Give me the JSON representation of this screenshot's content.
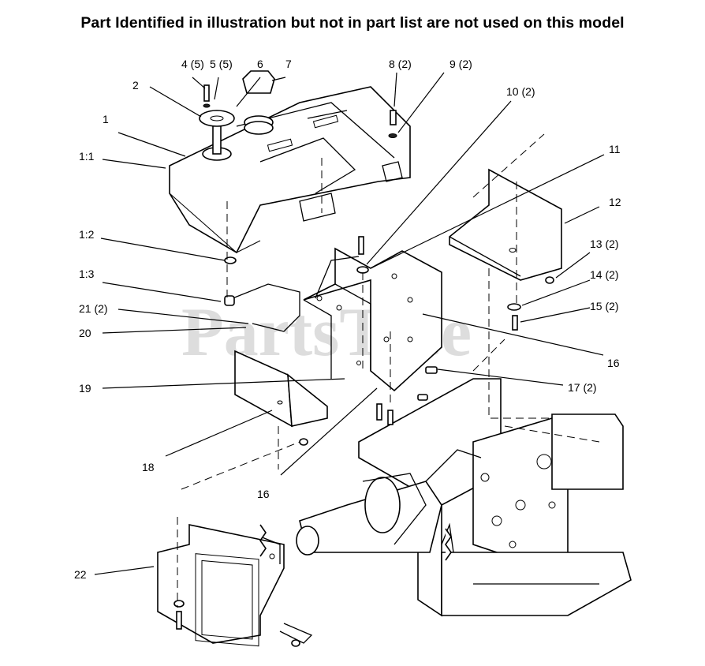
{
  "title": "Part Identified in illustration but not in part list are not used on this model",
  "watermark": "PartsTree",
  "callouts": [
    {
      "id": "c4",
      "text": "4 (5)"
    },
    {
      "id": "c5",
      "text": "5 (5)"
    },
    {
      "id": "c6",
      "text": "6"
    },
    {
      "id": "c7",
      "text": "7"
    },
    {
      "id": "c2",
      "text": "2"
    },
    {
      "id": "c1",
      "text": "1"
    },
    {
      "id": "c1-1",
      "text": "1:1"
    },
    {
      "id": "c8",
      "text": "8 (2)"
    },
    {
      "id": "c9",
      "text": "9 (2)"
    },
    {
      "id": "c10",
      "text": "10 (2)"
    },
    {
      "id": "c11",
      "text": "11"
    },
    {
      "id": "c12",
      "text": "12"
    },
    {
      "id": "c13",
      "text": "13 (2)"
    },
    {
      "id": "c14",
      "text": "14 (2)"
    },
    {
      "id": "c15",
      "text": "15 (2)"
    },
    {
      "id": "c1-2",
      "text": "1:2"
    },
    {
      "id": "c1-3",
      "text": "1:3"
    },
    {
      "id": "c21",
      "text": "21 (2)"
    },
    {
      "id": "c20",
      "text": "20"
    },
    {
      "id": "c16a",
      "text": "16"
    },
    {
      "id": "c17",
      "text": "17 (2)"
    },
    {
      "id": "c19",
      "text": "19"
    },
    {
      "id": "c18",
      "text": "18"
    },
    {
      "id": "c16b",
      "text": "16"
    },
    {
      "id": "c22",
      "text": "22"
    }
  ]
}
